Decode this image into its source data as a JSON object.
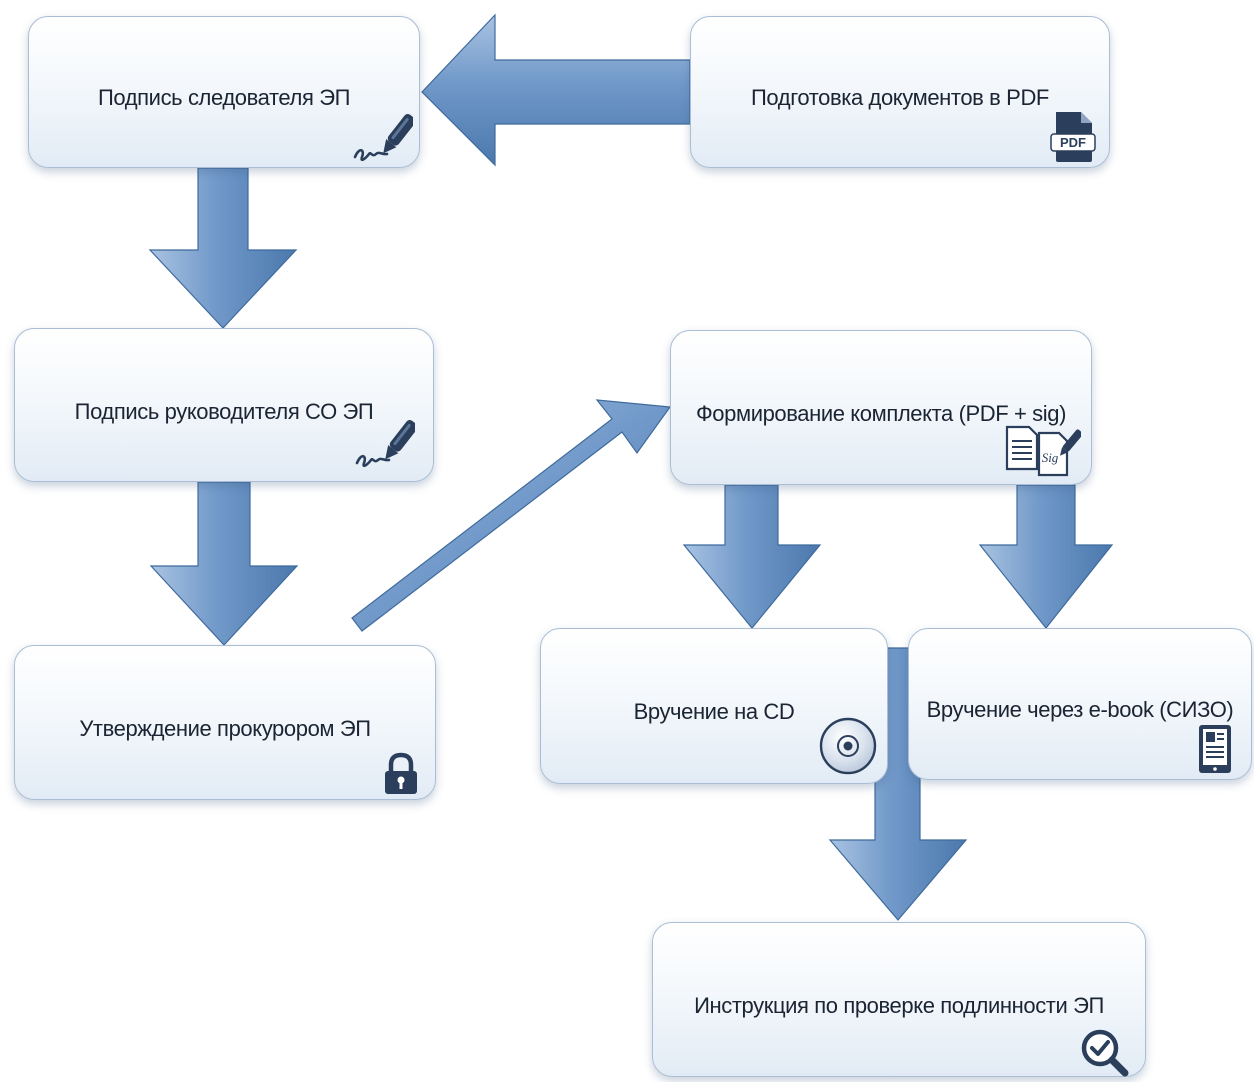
{
  "nodes": {
    "investigator_sign": {
      "label": "Подпись следователя ЭП",
      "icon": "pen-signature-icon"
    },
    "prepare_pdf": {
      "label": "Подготовка документов в PDF",
      "icon": "pdf-file-icon",
      "badge": "PDF"
    },
    "head_sign": {
      "label": "Подпись руководителя СО ЭП",
      "icon": "pen-signature-icon"
    },
    "form_package": {
      "label": "Формирование комплекта (PDF + sig)",
      "icon": "documents-sig-icon",
      "badge": "Sig"
    },
    "prosecutor_approval": {
      "label": "Утверждение прокурором ЭП",
      "icon": "lock-icon"
    },
    "deliver_cd": {
      "label": "Вручение на CD",
      "icon": "cd-icon"
    },
    "deliver_ebook": {
      "label": "Вручение через e-book (СИЗО)",
      "icon": "ebook-icon"
    },
    "verify_instructions": {
      "label": "Инструкция по проверке подлинности ЭП",
      "icon": "magnifier-check-icon"
    }
  },
  "colors": {
    "arrow_light": "#a9c3e2",
    "arrow_dark": "#4b78ad",
    "icon": "#2b3f5c",
    "box_border": "#a9bed4"
  }
}
